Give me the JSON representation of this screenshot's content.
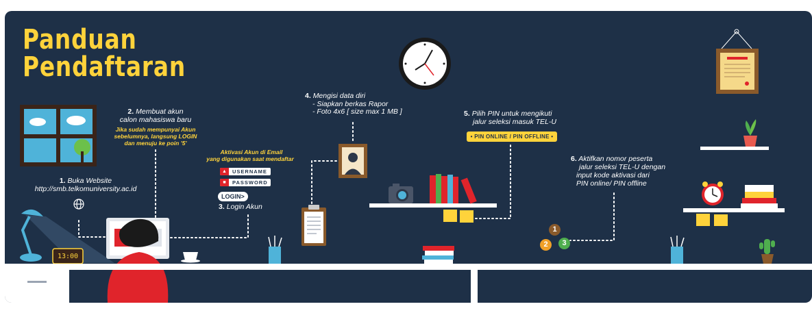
{
  "title": {
    "line1": "Panduan",
    "line2": "Pendaftaran"
  },
  "steps": {
    "step1": {
      "num": "1.",
      "title": "Buka Website",
      "url": "http://smb.telkomuniversity.ac.id"
    },
    "step2": {
      "num": "2.",
      "title": "Membuat akun",
      "line2": "calon mahasiswa baru",
      "note1": "Jika sudah mempunyai Akun",
      "note2": "sebelumnya, langsung LOGIN",
      "note3": "dan menuju ke poin '5'"
    },
    "step3": {
      "num": "3.",
      "title": "Login Akun",
      "activation1": "Aktivasi Akun di Email",
      "activation2": "yang digunakan saat mendaftar",
      "username": "USERNAME",
      "password": "PASSWORD",
      "login_button": "LOGIN>"
    },
    "step4": {
      "num": "4.",
      "title": "Mengisi data diri",
      "item1": "- Siapkan berkas Rapor",
      "item2": "- Foto 4x6 [ size max 1 MB ]"
    },
    "step5": {
      "num": "5.",
      "title": "Pilih PIN untuk mengikuti",
      "line2": "jalur seleksi masuk TEL-U",
      "pin_label": "PIN ONLINE / PIN OFFLINE"
    },
    "step6": {
      "num": "6.",
      "line1": "Aktifkan nomor peserta",
      "line2": "jalur seleksi TEL-U dengan",
      "line3": "input kode aktivasi dari",
      "line4": "PIN online/ PIN offline"
    }
  },
  "desk_clock": "13:00",
  "badges": [
    "1",
    "2",
    "3"
  ],
  "colors": {
    "background": "#1e3047",
    "accent": "#ffd33b",
    "desk": "#ffffff",
    "person_shirt": "#e0242b",
    "dotted_line": "#ffffff"
  },
  "icons": [
    "window-icon",
    "wall-clock-icon",
    "certificate-frame-icon",
    "portrait-frame-icon",
    "globe-icon",
    "desk-lamp-icon",
    "laptop-icon",
    "coffee-cup-icon",
    "pencil-cup-icon",
    "clipboard-icon",
    "camera-icon",
    "books-icon",
    "sticky-notes-icon",
    "plant-icon",
    "alarm-clock-icon",
    "cactus-icon",
    "lock-icon",
    "user-icon"
  ]
}
